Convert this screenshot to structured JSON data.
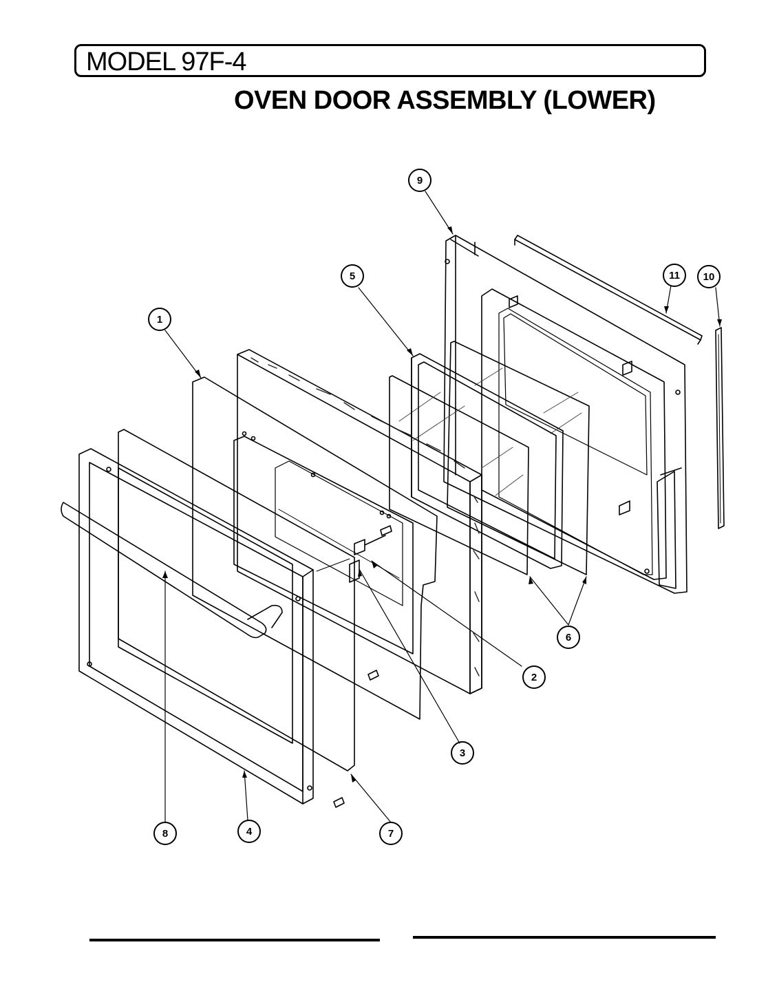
{
  "header": {
    "model_label": "MODEL 97F-4",
    "title": "OVEN DOOR ASSEMBLY (LOWER)"
  },
  "callouts": [
    "1",
    "2",
    "3",
    "4",
    "5",
    "6",
    "7",
    "8",
    "9",
    "10",
    "11"
  ]
}
